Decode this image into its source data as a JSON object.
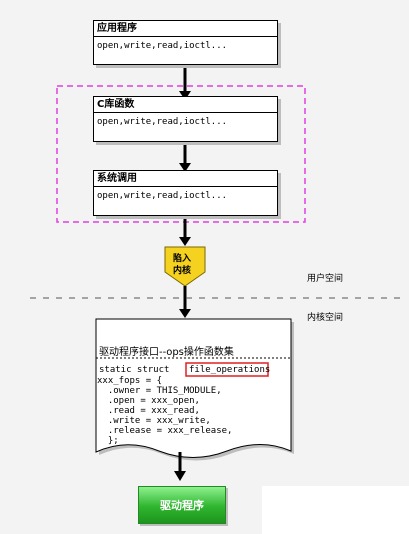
{
  "app_box": {
    "title": "应用程序",
    "body": "open,write,read,ioctl..."
  },
  "clib_box": {
    "title": "C库函数",
    "body": "open,write,read,ioctl..."
  },
  "syscall_box": {
    "title": "系统调用",
    "body": "open,write,read,ioctl..."
  },
  "trap": {
    "line1": "陷入",
    "line2": "内核"
  },
  "user_space_label": "用户空间",
  "kernel_space_label": "内核空间",
  "doc": {
    "title": "驱动程序接口--ops操作函数集",
    "code_prefix": "static struct ",
    "highlight": "file_operations",
    "lines": [
      "xxx_fops = {",
      "  .owner = THIS_MODULE,",
      "  .open = xxx_open,",
      "  .read = xxx_read,",
      "  .write = xxx_write,",
      "  .release = xxx_release,",
      "  };"
    ]
  },
  "driver_button": "驱动程序",
  "colors": {
    "magenta_dash": "#e040e0",
    "trap_fill": "#f5d21f",
    "highlight_border": "#e02020",
    "driver_green": "#2fb52f"
  }
}
